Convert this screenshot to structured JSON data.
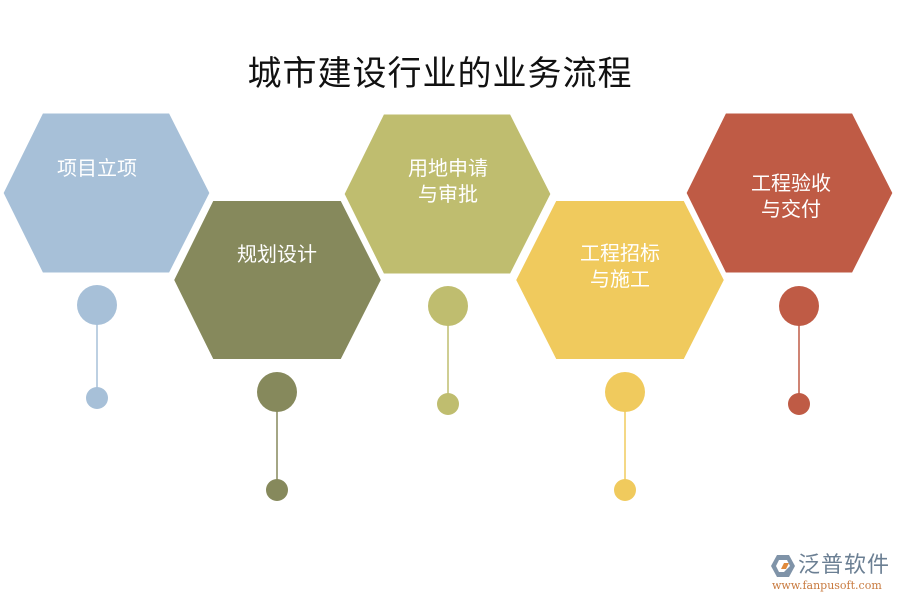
{
  "title": "城市建设行业的业务流程",
  "colors": {
    "step1": "#a7c0d8",
    "step2": "#86895c",
    "step3": "#bfbd6f",
    "step4": "#f0ca5d",
    "step5": "#bf5b45",
    "text_on_hex": "#ffffff",
    "title": "#111111"
  },
  "steps": [
    {
      "label_line1": "项目立项",
      "label_line2": "",
      "color": "#a7c0d8"
    },
    {
      "label_line1": "规划设计",
      "label_line2": "",
      "color": "#86895c"
    },
    {
      "label_line1": "用地申请",
      "label_line2": "与审批",
      "color": "#bfbd6f"
    },
    {
      "label_line1": "工程招标",
      "label_line2": "与施工",
      "color": "#f0ca5d"
    },
    {
      "label_line1": "工程验收",
      "label_line2": "与交付",
      "color": "#bf5b45"
    }
  ],
  "logo": {
    "icon": "fanpu-hexagon-logo-icon",
    "name": "泛普软件",
    "url": "www.fanpusoft.com"
  }
}
